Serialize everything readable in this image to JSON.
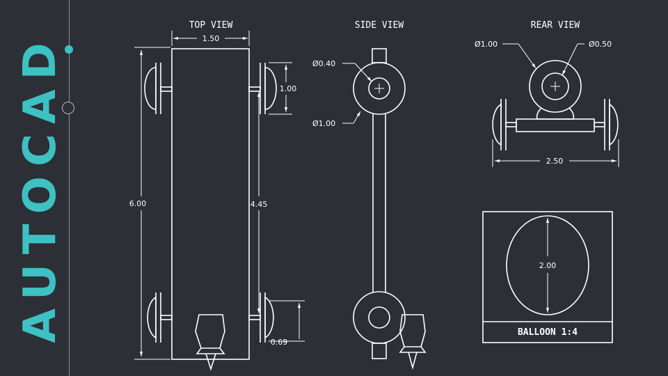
{
  "brand": {
    "name": "AUTOCAD",
    "accent_color": "#3ec1c3",
    "background": "#2d2f36"
  },
  "views": {
    "top": {
      "title": "TOP VIEW",
      "dims": {
        "width": "1.50",
        "height": "6.00",
        "spacing": "4.45",
        "wheel_upper": "1.00",
        "wheel_lower": "0.69"
      }
    },
    "side": {
      "title": "SIDE VIEW",
      "dims": {
        "inner_dia": "Ø0.40",
        "outer_dia": "Ø1.00"
      }
    },
    "rear": {
      "title": "REAR VIEW",
      "dims": {
        "outer_dia": "Ø1.00",
        "inner_dia": "Ø0.50",
        "width": "2.50"
      }
    },
    "balloon": {
      "dim": "2.00",
      "label": "BALLOON 1:4"
    }
  }
}
